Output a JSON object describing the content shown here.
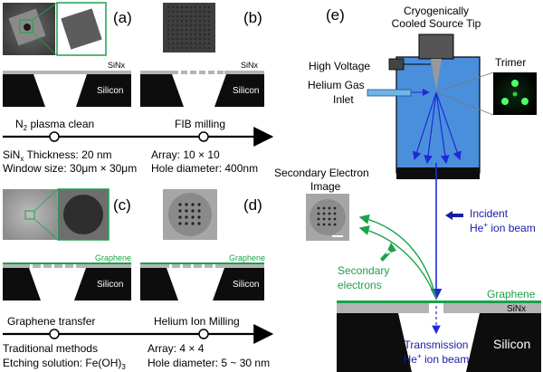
{
  "panels": {
    "a": {
      "label": "(a)",
      "layer_label": "SiNx",
      "substrate_label": "Silicon",
      "step_label": "N",
      "step_label_sub": "2",
      "step_label_rest": " plasma clean",
      "spec_line1_pre": "SiN",
      "spec_line1_sub": "x",
      "spec_line1_post": " Thickness: 20 nm",
      "spec_line2": "Window size: 30μm × 30μm"
    },
    "b": {
      "label": "(b)",
      "layer_label": "SiNx",
      "substrate_label": "Silicon",
      "step_label": "FIB milling",
      "spec_line1": "Array: 10 × 10",
      "spec_line2": "Hole diameter: 400nm"
    },
    "c": {
      "label": "(c)",
      "layer_label": "Graphene",
      "substrate_label": "Silicon",
      "step_label": "Graphene transfer",
      "spec_line1": "Traditional methods",
      "spec_line2_pre": "Etching solution: Fe(OH)",
      "spec_line2_sub": "3"
    },
    "d": {
      "label": "(d)",
      "layer_label": "Graphene",
      "substrate_label": "Silicon",
      "step_label": "Helium Ion Milling",
      "spec_line1": "Array: 4 × 4",
      "spec_line2": "Hole diameter: 5 ~ 30 nm"
    },
    "e": {
      "label": "(e)",
      "source_tip_line1": "Cryogenically",
      "source_tip_line2": "Cooled Source Tip",
      "high_voltage": "High Voltage",
      "gas_line1": "Helium Gas",
      "gas_line2": "Inlet",
      "trimer": "Trimer",
      "se_image_line1": "Secondary Electron",
      "se_image_line2": "Image",
      "incident_line1": "Incident",
      "incident_line2_pre": "He",
      "incident_line2_sup": "+",
      "incident_line2_post": " ion beam",
      "secondary_line1": "Secondary",
      "secondary_line2": "electrons",
      "graphene": "Graphene",
      "sinx": "SiNx",
      "silicon": "Silicon",
      "transmission_line1": "Transmission",
      "transmission_line2_pre": "He",
      "transmission_line2_sup": "+",
      "transmission_line2_post": " ion beam"
    }
  },
  "colors": {
    "graphene_green": "#1aa34a",
    "beam_blue": "#1f2ad6",
    "chamber_blue": "#4a8fdc",
    "label_blue": "#1a1aa8",
    "sinx_gray": "#b4b4b4",
    "silicon_black": "#0d0d0d"
  }
}
